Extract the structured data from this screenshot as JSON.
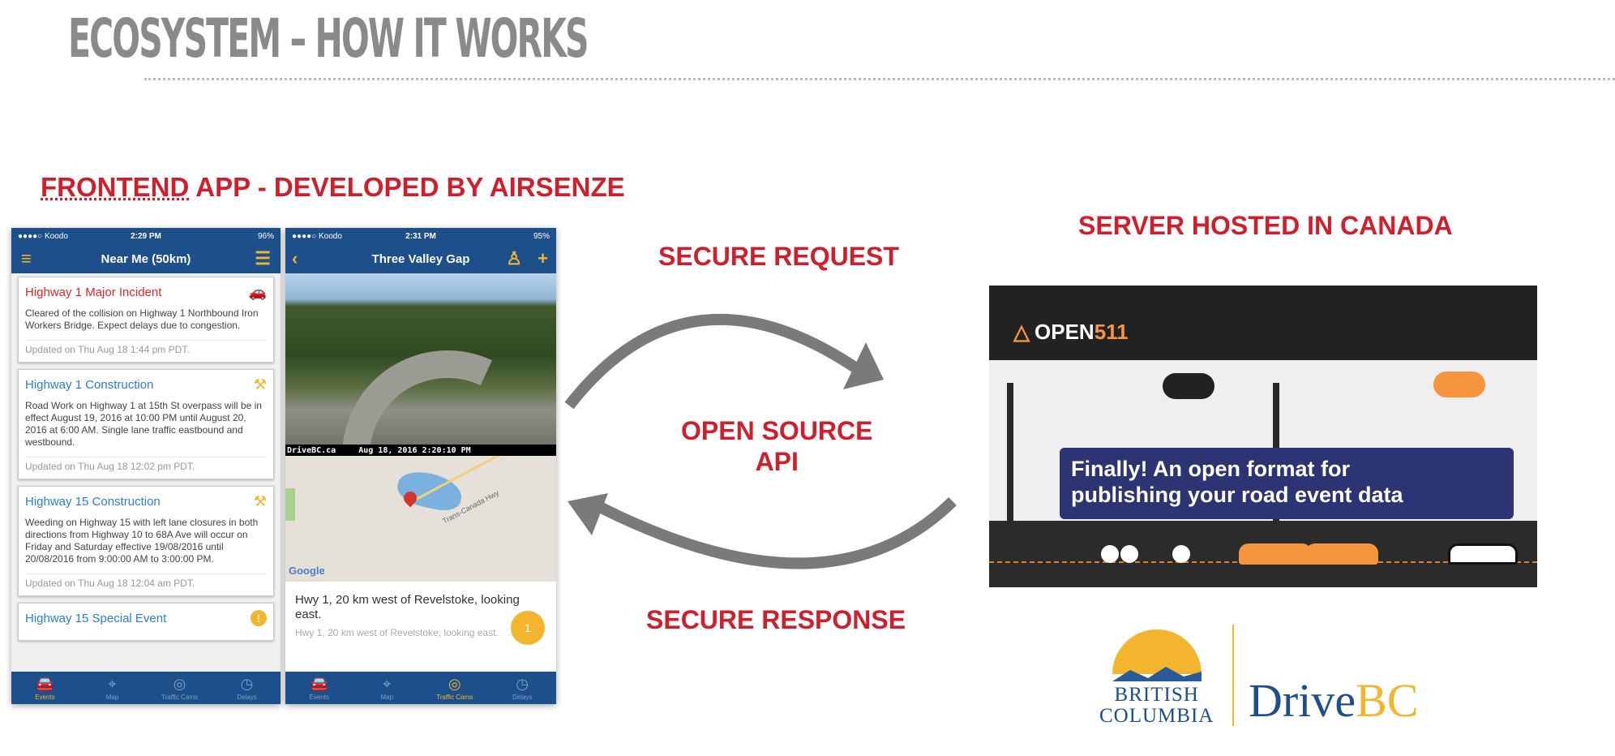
{
  "slide": {
    "title": "ECOSYSTEM – HOW IT WORKS",
    "frontend_heading": {
      "underlined": "FRONTEND",
      "rest": " APP - DEVELOPED BY AIRSENZE"
    },
    "server_heading": "SERVER HOSTED IN CANADA",
    "secure_request": "SECURE REQUEST",
    "open_source_line1": "OPEN SOURCE",
    "open_source_line2": "API",
    "secure_response": "SECURE RESPONSE",
    "accent_color": "#d01f2c"
  },
  "phone1": {
    "status": {
      "carrier": "●●●●○ Koodo",
      "time": "2:29 PM",
      "battery": "96%"
    },
    "nav_title": "Near Me (50km)",
    "menu_icon": "hamburger-icon",
    "filter_icon": "filter-icon",
    "cards": [
      {
        "title": "Highway 1 Major Incident",
        "color": "#e3242b",
        "icon": "car-crash-icon",
        "body": "Cleared of the collision on Highway 1 Northbound Iron Workers Bridge. Expect delays due to congestion.",
        "updated": "Updated on Thu Aug 18 1:44 pm PDT."
      },
      {
        "title": "Highway 1 Construction",
        "color": "#2a7fd4",
        "icon": "construction-worker-icon",
        "body": "Road Work on Highway 1 at 15th St overpass will be in effect August 19, 2016 at 10:00 PM until August 20, 2016 at 6:00 AM. Single lane traffic eastbound and westbound.",
        "updated": "Updated on Thu Aug 18 12:02 pm PDT."
      },
      {
        "title": "Highway 15 Construction",
        "color": "#2a7fd4",
        "icon": "construction-worker-icon",
        "body": "Weeding on Highway 15 with left lane closures in both directions from Highway 10 to 68A Ave will occur on Friday and Saturday effective 19/08/2016 until 20/08/2016 from 9:00:00 AM to 3:00:00 PM.",
        "updated": "Updated on Thu Aug 18 12:04 am PDT."
      },
      {
        "title": "Highway 15 Special Event",
        "color": "#2a7fd4",
        "icon": "alert-icon",
        "body": "",
        "updated": ""
      }
    ],
    "tabs": [
      {
        "label": "Events",
        "icon": "car-icon",
        "active": true
      },
      {
        "label": "Map",
        "icon": "map-icon",
        "active": false
      },
      {
        "label": "Traffic Cams",
        "icon": "camera-icon",
        "active": false
      },
      {
        "label": "Delays",
        "icon": "clock-icon",
        "active": false
      }
    ]
  },
  "phone2": {
    "status": {
      "carrier": "●●●●○ Koodo",
      "time": "2:31 PM",
      "battery": "95%"
    },
    "nav_title": "Three Valley Gap",
    "cam_caption_left": "DriveBC.ca",
    "cam_caption_right": "Aug 18, 2016 2:20:10 PM",
    "map_hwy_label": "Trans-Canada Hwy",
    "map_attribution": "Google",
    "detail_title": "Hwy 1, 20 km west of Revelstoke, looking east.",
    "detail_sub": "Hwy 1, 20 km west of Revelstoke, looking east.",
    "fav_count": "1",
    "tabs": [
      {
        "label": "Events",
        "icon": "car-icon",
        "active": false
      },
      {
        "label": "Map",
        "icon": "map-icon",
        "active": false
      },
      {
        "label": "Traffic Cams",
        "icon": "camera-icon",
        "active": true
      },
      {
        "label": "Delays",
        "icon": "clock-icon",
        "active": false
      }
    ]
  },
  "banner": {
    "logo_prefix": "OPEN",
    "logo_number": "511",
    "message_line1": "Finally! An open format for",
    "message_line2": "publishing your road event data",
    "box_color": "#2c3473",
    "accent_color": "#f7953f"
  },
  "bc_logo": {
    "line1": "BRITISH",
    "line2": "COLUMBIA",
    "drive": "Drive",
    "bc": "BC"
  }
}
